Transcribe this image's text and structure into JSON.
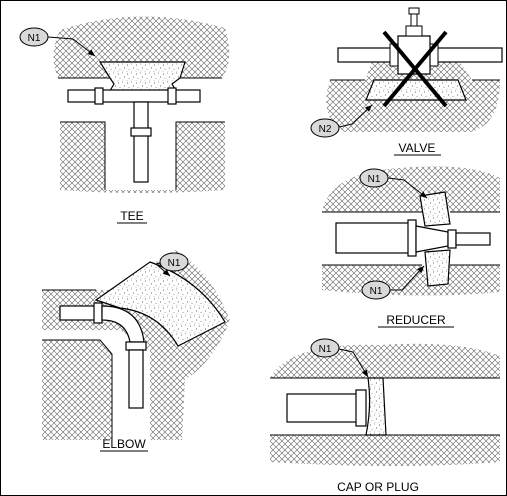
{
  "titles": {
    "tee": "TEE",
    "valve": "VALVE",
    "elbow": "ELBOW",
    "reducer": "REDUCER",
    "cap": "CAP OR PLUG"
  },
  "callouts": {
    "tee_n1": "N1",
    "valve_n2": "N2",
    "reducer_n1_top": "N1",
    "reducer_n1_bottom": "N1",
    "elbow_n1": "N1",
    "cap_n1": "N1"
  },
  "colors": {
    "line": "#000000",
    "bubble_fill": "#d9d9d9",
    "hatch": "#555555",
    "concrete_dot": "#777777"
  }
}
